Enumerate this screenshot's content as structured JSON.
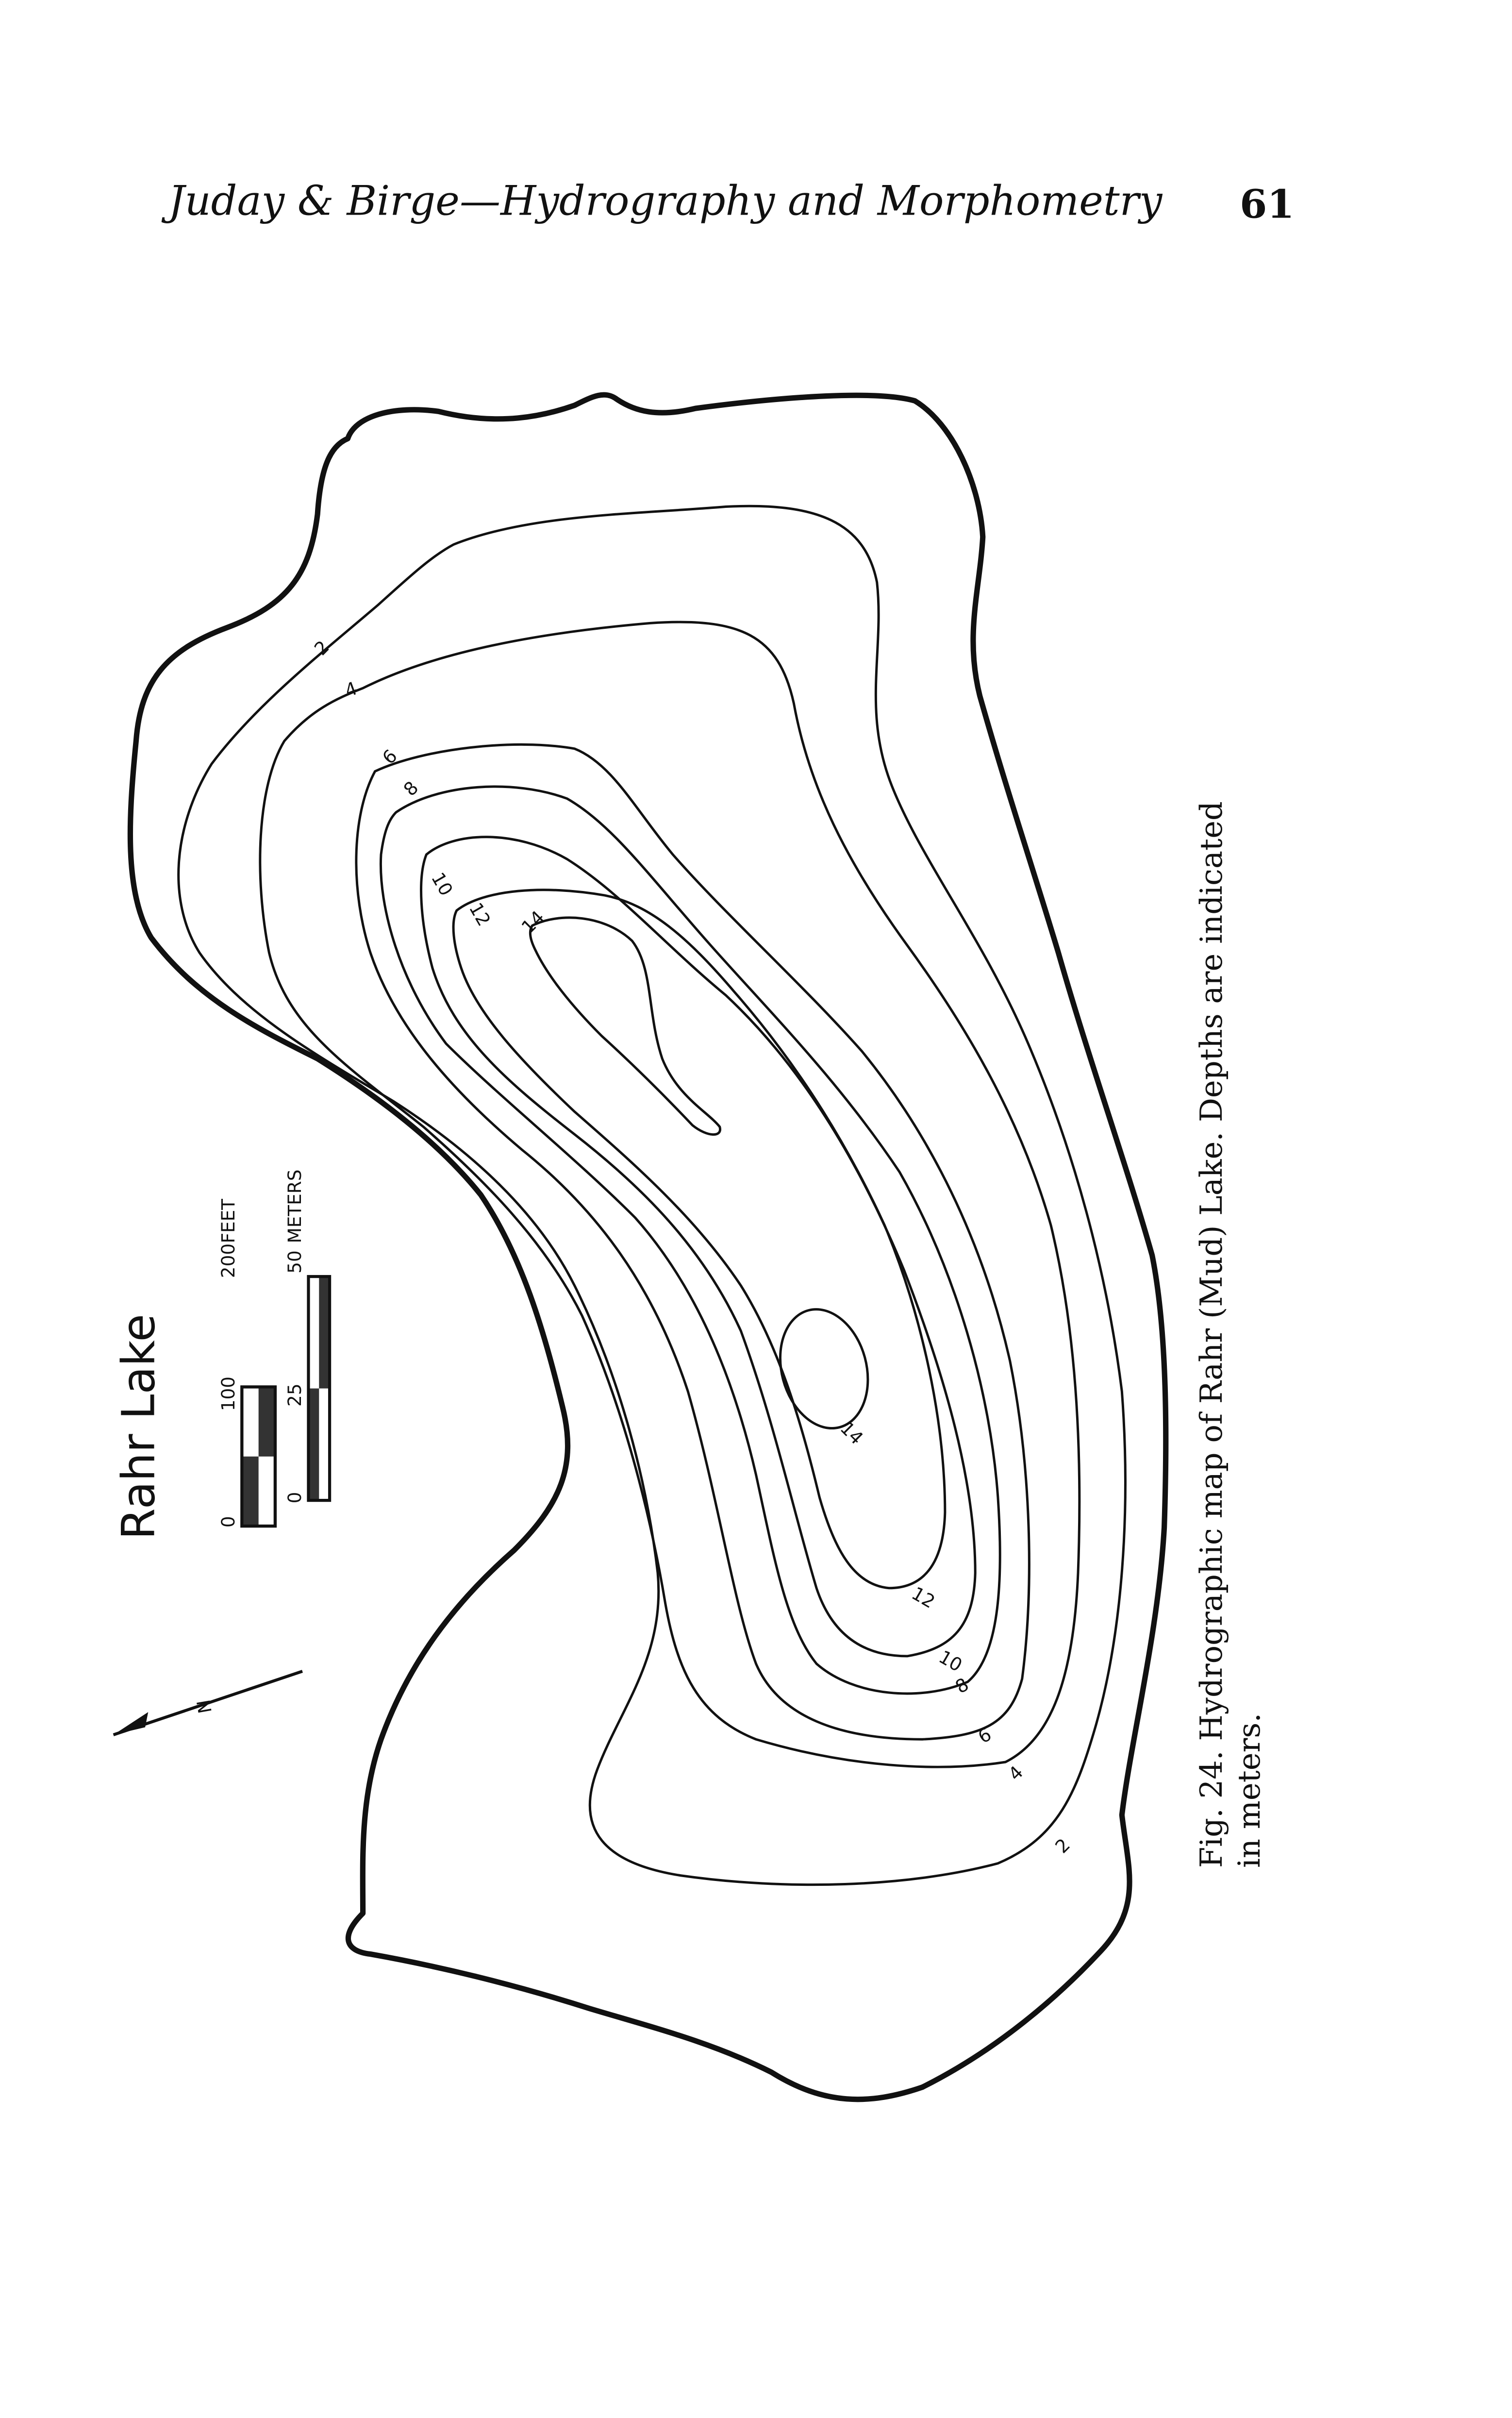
{
  "header": {
    "running_title": "Juday & Birge—Hydrography and Morphometry",
    "page_number": "61"
  },
  "map": {
    "title": "Rahr Lake",
    "north_label": "N",
    "scale_feet": {
      "ticks": [
        "0",
        "100",
        "200"
      ],
      "unit": "Feet"
    },
    "scale_meters": {
      "ticks": [
        "0",
        "25",
        "50"
      ],
      "unit": "Meters"
    },
    "contour_labels": [
      "2",
      "4",
      "6",
      "8",
      "10",
      "12",
      "14",
      "14",
      "12",
      "10",
      "8",
      "6",
      "4",
      "2"
    ]
  },
  "caption": {
    "line1": "Fig. 24. Hydrographic map of Rahr (Mud) Lake. Depths are indicated",
    "line2": "in meters."
  }
}
